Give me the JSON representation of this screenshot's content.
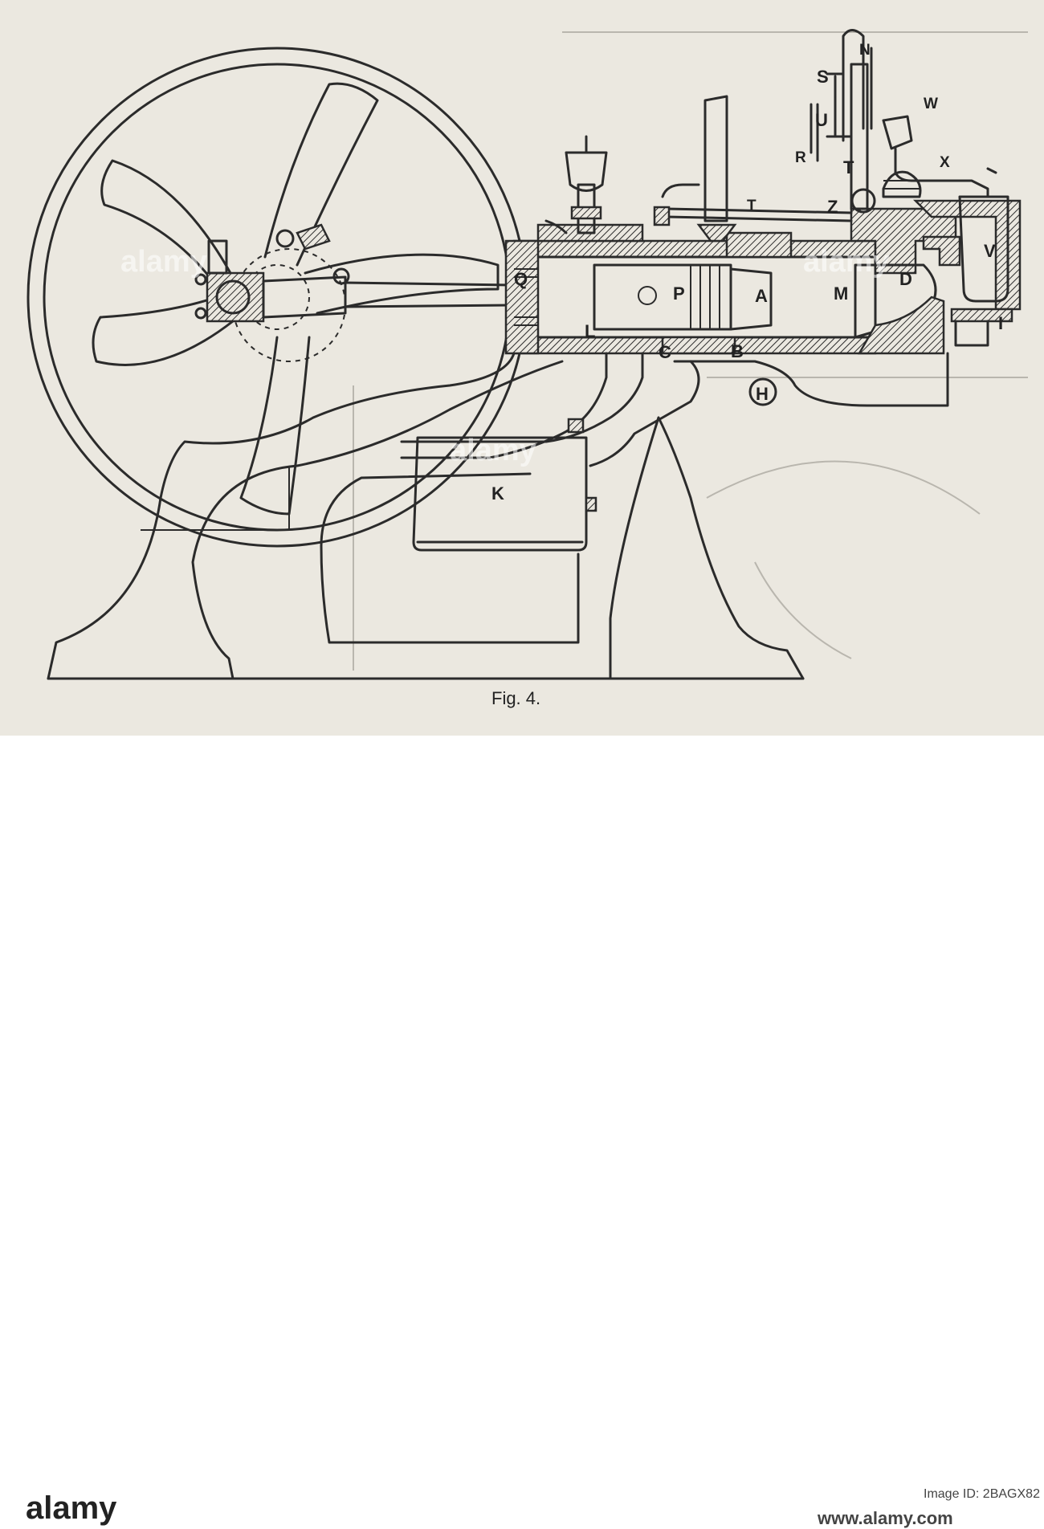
{
  "labels": {
    "S": "S",
    "N": "N",
    "W": "W",
    "U": "U",
    "R": "R",
    "T_upper": "T",
    "X": "X",
    "T_lower": "T",
    "Z": "Z",
    "Q": "Q",
    "P": "P",
    "A": "A",
    "M": "M",
    "D": "D",
    "V": "V",
    "I": "I",
    "L": "L",
    "C": "C",
    "B": "B",
    "H": "H",
    "K": "K"
  },
  "caption": "Fig. 4.",
  "watermark": {
    "text": "alamy",
    "footer_brand": "alamy",
    "footer_id_label": "Image ID: 2BAGX82",
    "footer_site": "www.alamy.com"
  },
  "colors": {
    "paper": "#ebe8e0",
    "ink": "#2b2b2b",
    "footer_bg": "#ffffff"
  }
}
